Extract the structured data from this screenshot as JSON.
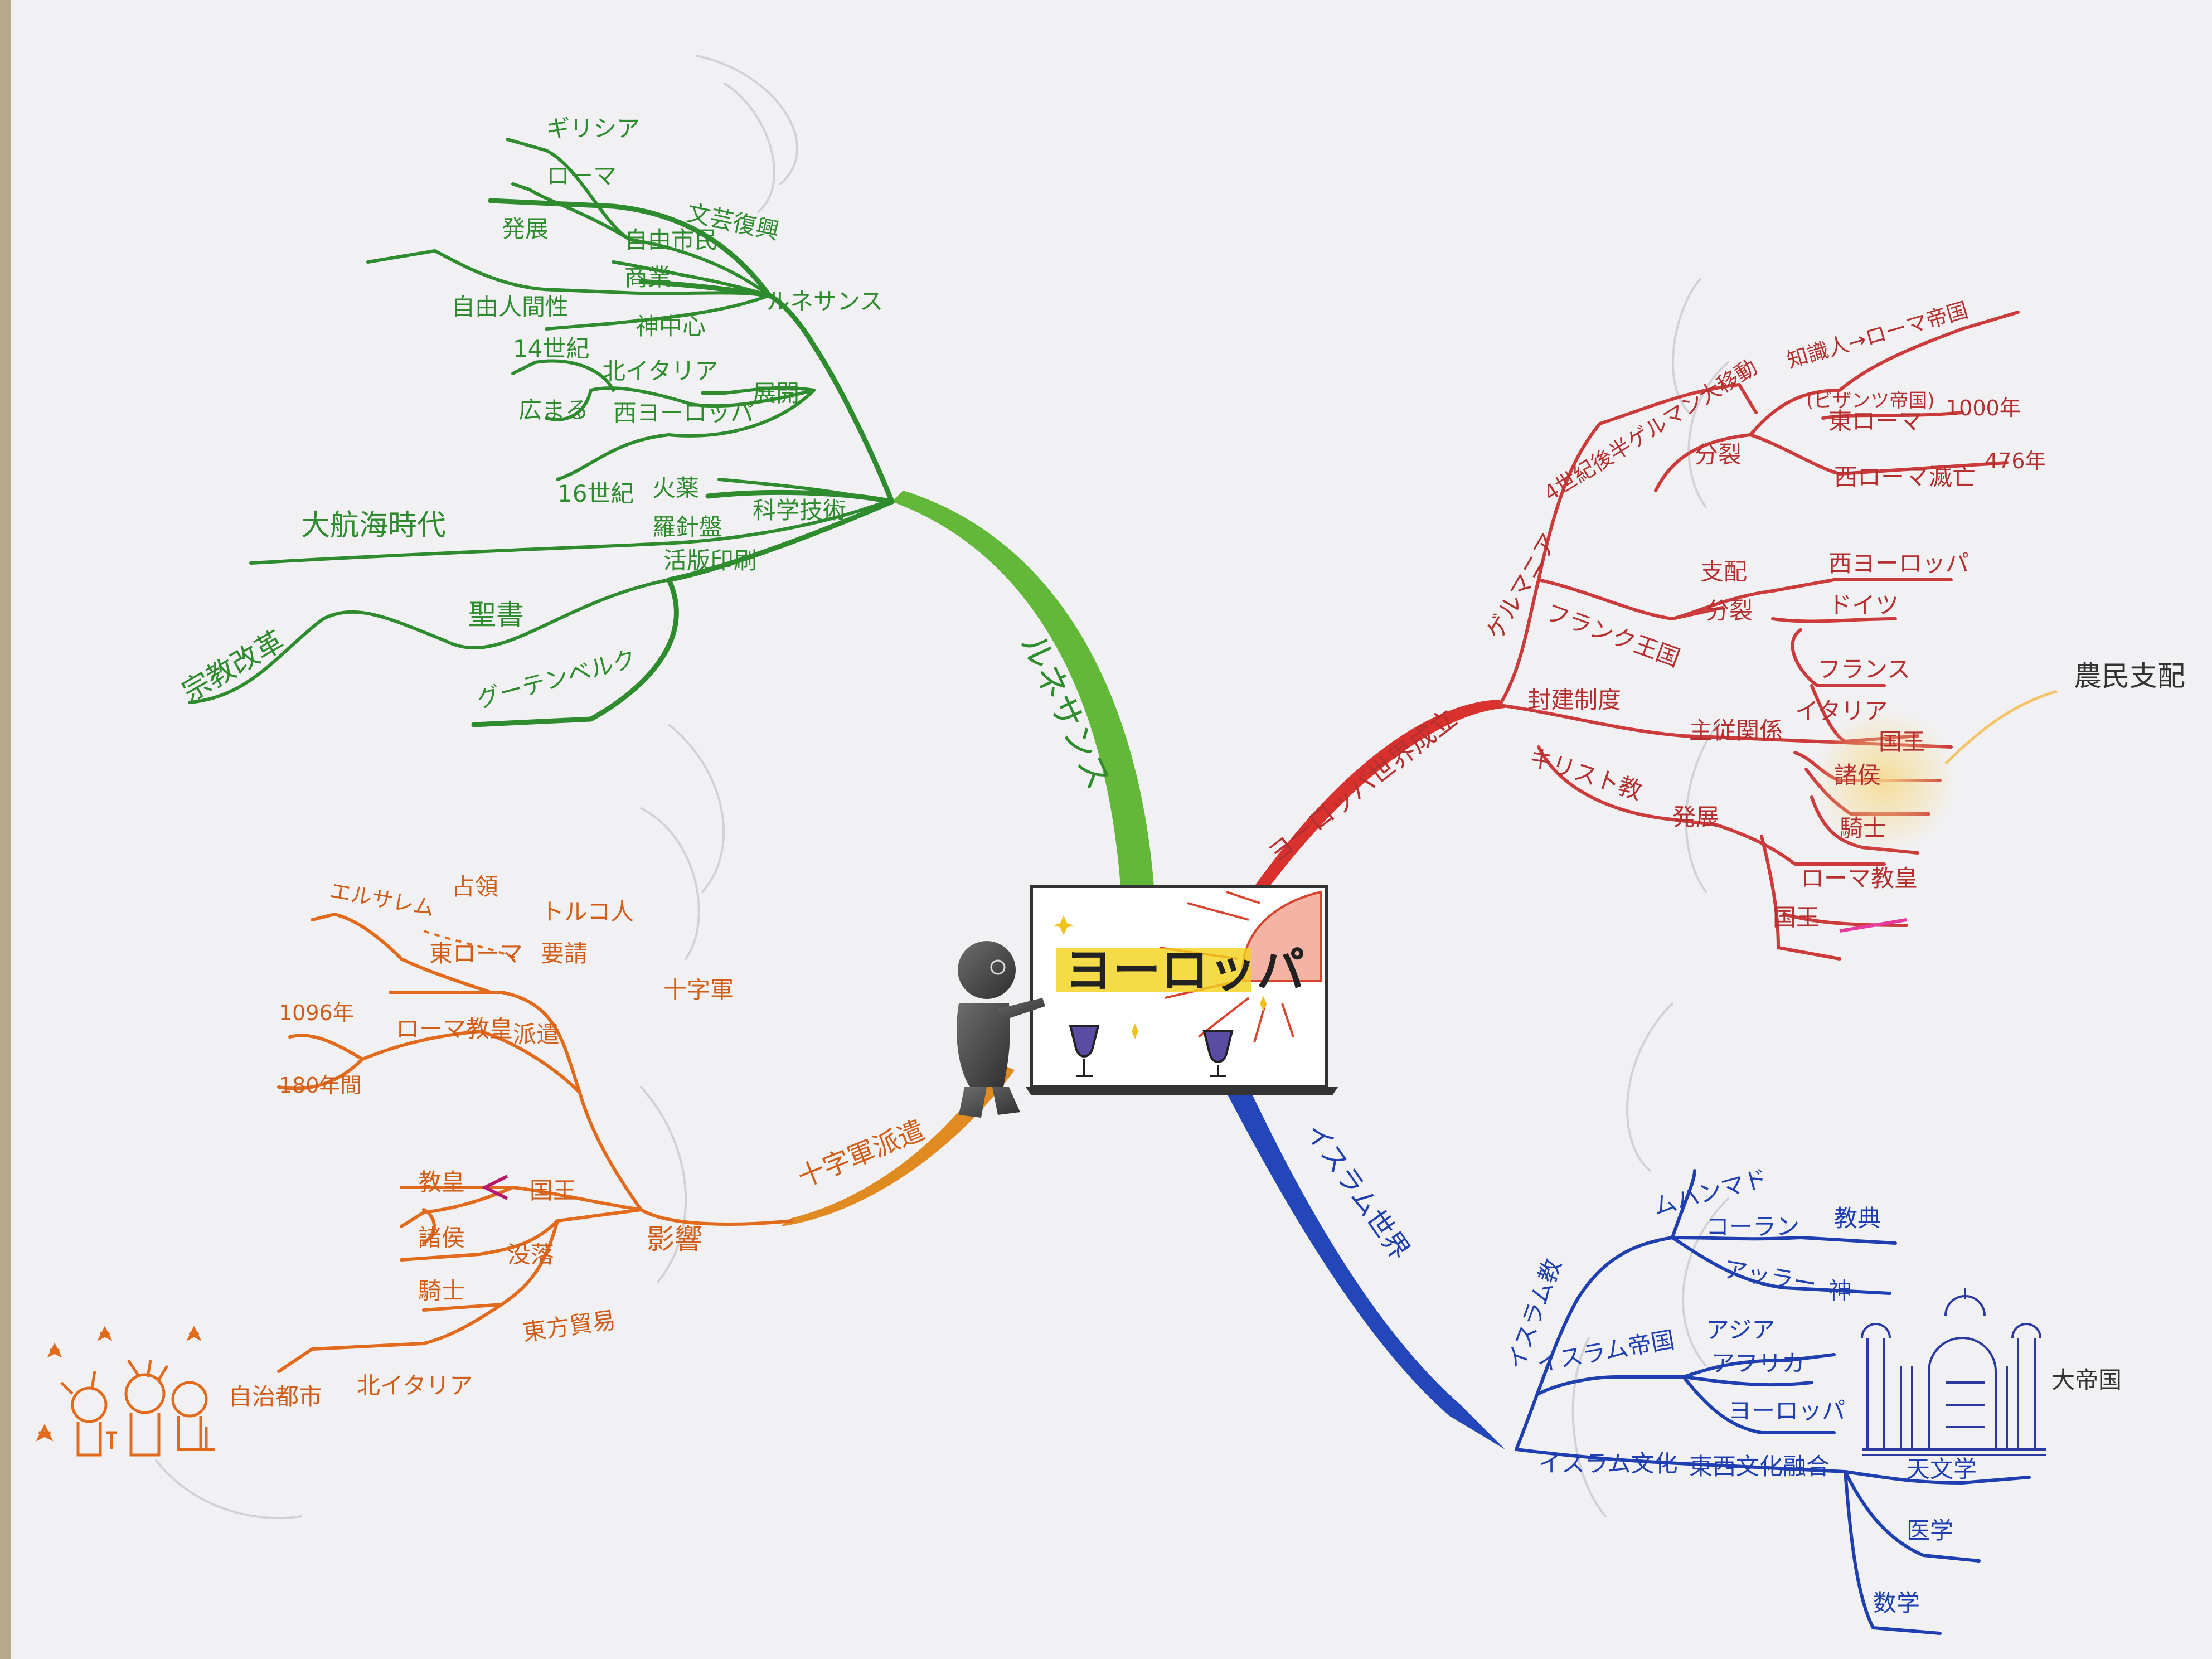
{
  "colors": {
    "renaissance": "#2e8b2e",
    "europe_world": "#cc3b3b",
    "crusades": "#e26a1c",
    "islam": "#1f3fb0",
    "center_trunk_green": "#63b83a",
    "center_trunk_red": "#d9322e",
    "center_trunk_orange": "#e08a22",
    "center_trunk_blue": "#2347b8",
    "note": "#333333",
    "highlight": "#f4d27a"
  },
  "center": {
    "title": "ヨーロッパ",
    "icons": [
      "presenter-figure-icon",
      "sun-icon",
      "wine-glass-icon",
      "sparkle-icon"
    ]
  },
  "renaissance": {
    "main": "ルネサンス",
    "renaissance_node": "ルネサンス",
    "revival": "文芸復興",
    "greece": "ギリシア",
    "rome": "ローマ",
    "development": "発展",
    "free_city": "自由市民",
    "trade": "商業",
    "human_nature": "自由人間性",
    "god_centered": "神中心",
    "spread": "展開",
    "italy": "北イタリア",
    "west_europe": "西ヨーロッパ",
    "c14": "14世紀",
    "expanded": "広まる",
    "c16": "16世紀",
    "tech": "科学技術",
    "gunpowder": "火薬",
    "compass": "羅針盤",
    "printing": "活版印刷",
    "age_of_discovery": "大航海時代",
    "bible": "聖書",
    "reformation": "宗教改革",
    "gutenberg": "グーテンベルク"
  },
  "europe_world": {
    "main": "ヨーロッパ世界成立",
    "migration": "4世紀後半ゲルマン大移動",
    "split": "分裂",
    "east_rome": "東ローマ",
    "byzantine": "(ビザンツ帝国)",
    "byz_arrow": "知識人→ローマ帝国",
    "year_1000": "1000年",
    "west_rome": "西ローマ",
    "fall": "滅亡",
    "year_476": "476年",
    "germanic": "ゲルマニア",
    "frankish": "フランク王国",
    "rule": "支配",
    "west_europe": "西ヨーロッパ",
    "divide": "分裂",
    "germany": "ドイツ",
    "france": "フランス",
    "italy": "イタリア",
    "feudal": "封建制度",
    "lord_vassal": "主従関係",
    "king": "国王",
    "lords": "諸侯",
    "knights": "騎士",
    "peasant": "農民支配",
    "christianity": "キリスト教",
    "development": "発展",
    "pope": "ローマ教皇",
    "king2": "国王"
  },
  "crusades": {
    "main": "十字軍派遣",
    "crusade": "十字軍",
    "jerusalem": "エルサレム",
    "occupy": "占領",
    "turk": "トルコ人",
    "east_rome": "東ローマ",
    "appeal": "要請",
    "pope": "ローマ教皇",
    "dispatch": "派遣",
    "year_1096": "1096年",
    "years_180": "180年間",
    "influence": "影響",
    "pope2": "教皇",
    "king": "国王",
    "lords": "諸侯",
    "decline": "没落",
    "knights": "騎士",
    "east_trade": "東方貿易",
    "north_italy": "北イタリア",
    "autonomous": "自治都市"
  },
  "islam": {
    "main": "イスラム世界",
    "islam_religion": "イスラム教",
    "muhammad": "ムハンマド",
    "quran": "コーラン",
    "scripture": "教典",
    "allah": "アッラー",
    "god": "神",
    "empire": "イスラム帝国",
    "asia": "アジア",
    "africa": "アフリカ",
    "europe": "ヨーロッパ",
    "great_empire": "大帝国",
    "culture": "イスラム文化",
    "fusion": "東西文化融合",
    "astronomy": "天文学",
    "medicine": "医学",
    "math": "数学"
  }
}
